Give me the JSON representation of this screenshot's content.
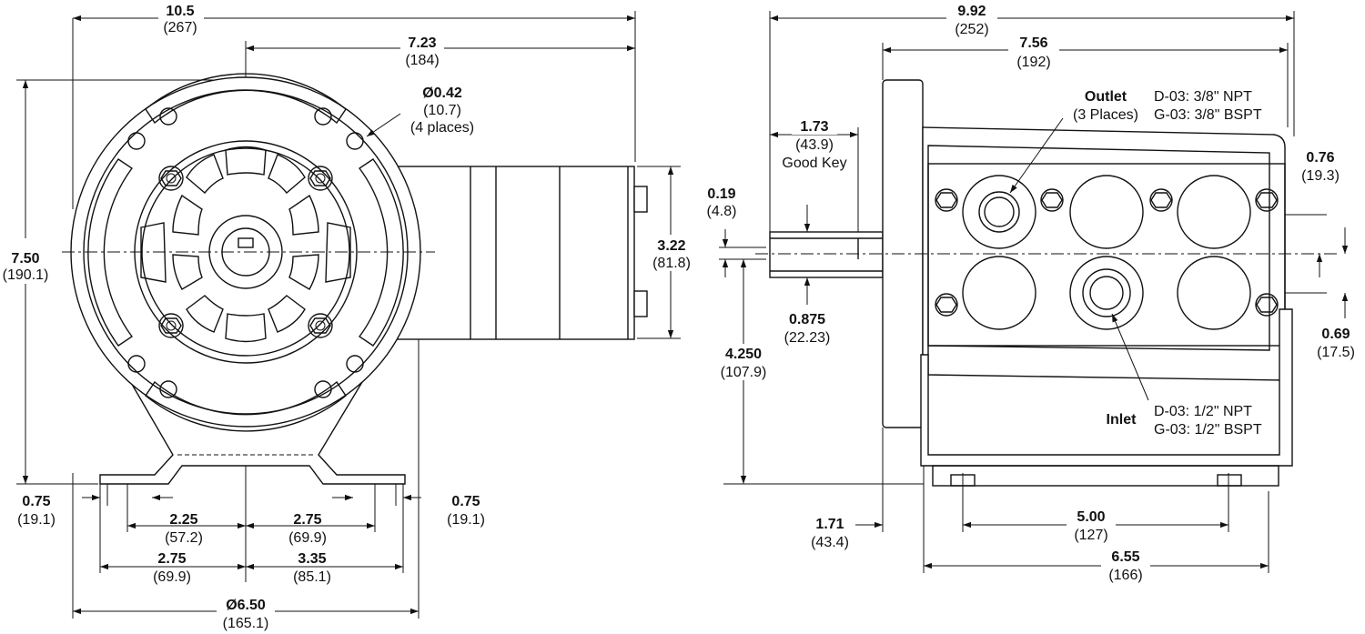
{
  "left_view": {
    "overall_width": {
      "value": "10.5",
      "metric": "(267)"
    },
    "shaft_to_end": {
      "value": "7.23",
      "metric": "(184)"
    },
    "hole": {
      "value": "Ø0.42",
      "metric": "(10.7)",
      "note": "(4 places)"
    },
    "overall_height": {
      "value": "7.50",
      "metric": "(190.1)"
    },
    "body_height": {
      "value": "3.22",
      "metric": "(81.8)"
    },
    "foot_left": {
      "value": "0.75",
      "metric": "(19.1)"
    },
    "foot_right": {
      "value": "0.75",
      "metric": "(19.1)"
    },
    "slot_left": {
      "value": "2.25",
      "metric": "(57.2)"
    },
    "slot_right": {
      "value": "2.75",
      "metric": "(69.9)"
    },
    "base_left": {
      "value": "2.75",
      "metric": "(69.9)"
    },
    "base_right": {
      "value": "3.35",
      "metric": "(85.1)"
    },
    "frame_dia": {
      "value": "Ø6.50",
      "metric": "(165.1)"
    }
  },
  "right_view": {
    "overall_length": {
      "value": "9.92",
      "metric": "(252)"
    },
    "flange_to_end": {
      "value": "7.56",
      "metric": "(192)"
    },
    "key_length": {
      "value": "1.73",
      "metric": "(43.9)",
      "note": "Good Key"
    },
    "key_width": {
      "value": "0.19",
      "metric": "(4.8)"
    },
    "shaft_dia": {
      "value": "0.875",
      "metric": "(22.23)"
    },
    "shaft_height": {
      "value": "4.250",
      "metric": "(107.9)"
    },
    "outlet": {
      "label": "Outlet",
      "note": "(3 Places)",
      "spec1": "D-03: 3/8\" NPT",
      "spec2": "G-03: 3/8\" BSPT"
    },
    "inlet": {
      "label": "Inlet",
      "spec1": "D-03: 1/2\" NPT",
      "spec2": "G-03: 1/2\" BSPT"
    },
    "upper_offset": {
      "value": "0.76",
      "metric": "(19.3)"
    },
    "lower_offset": {
      "value": "0.69",
      "metric": "(17.5)"
    },
    "flange_to_hole": {
      "value": "1.71",
      "metric": "(43.4)"
    },
    "hole_spacing": {
      "value": "5.00",
      "metric": "(127)"
    },
    "base_length": {
      "value": "6.55",
      "metric": "(166)"
    }
  }
}
